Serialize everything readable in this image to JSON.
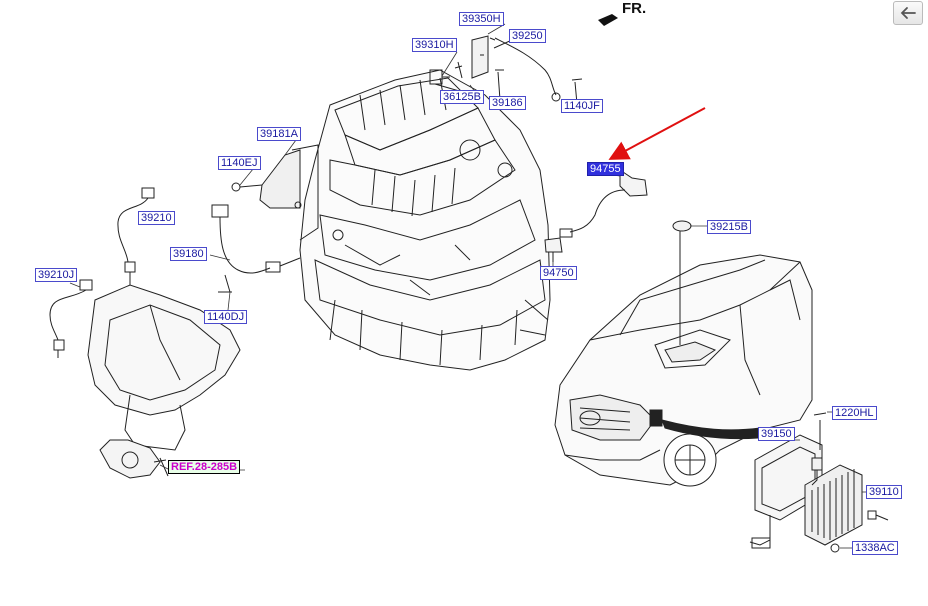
{
  "orientation_label": "FR.",
  "back_icon": "arrow-left-icon",
  "highlight_color": "#3030dd",
  "pointer_arrow_color": "#e01010",
  "ref_text_color": "#cc00cc",
  "parts": {
    "p39350H": "39350H",
    "p39250": "39250",
    "p39310H": "39310H",
    "p36125B": "36125B",
    "p39186": "39186",
    "p1140JF": "1140JF",
    "p39181A": "39181A",
    "p1140EJ": "1140EJ",
    "p39210": "39210",
    "p39180": "39180",
    "p39210J": "39210J",
    "p1140DJ": "1140DJ",
    "p94755": "94755",
    "p94750": "94750",
    "p39215B": "39215B",
    "p1220HL": "1220HL",
    "p39150": "39150",
    "p39110": "39110",
    "p1338AC": "1338AC"
  },
  "reference": "REF.28-285B"
}
